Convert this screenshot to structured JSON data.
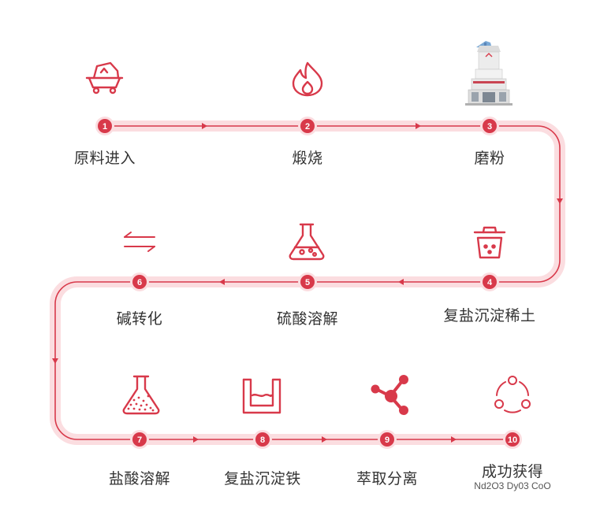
{
  "colors": {
    "accent": "#d8394a",
    "track": "#fbdde0",
    "text": "#333333"
  },
  "steps": [
    {
      "num": "1",
      "label": "原料进入",
      "icon": "ore-cart-icon"
    },
    {
      "num": "2",
      "label": "煅烧",
      "icon": "flame-icon"
    },
    {
      "num": "3",
      "label": "磨粉",
      "icon": "grinding-mill-icon"
    },
    {
      "num": "4",
      "label": "复盐沉淀稀土",
      "icon": "precipitation-bin-icon"
    },
    {
      "num": "5",
      "label": "硫酸溶解",
      "icon": "flask-icon"
    },
    {
      "num": "6",
      "label": "碱转化",
      "icon": "exchange-arrows-icon"
    },
    {
      "num": "7",
      "label": "盐酸溶解",
      "icon": "flask-dots-icon"
    },
    {
      "num": "8",
      "label": "复盐沉淀铁",
      "icon": "tank-icon"
    },
    {
      "num": "9",
      "label": "萃取分离",
      "icon": "share-nodes-icon"
    },
    {
      "num": "10",
      "label": "成功获得",
      "icon": "recycle-circle-icon",
      "sublabel": "Nd2O3 Dy03 CoO"
    }
  ]
}
